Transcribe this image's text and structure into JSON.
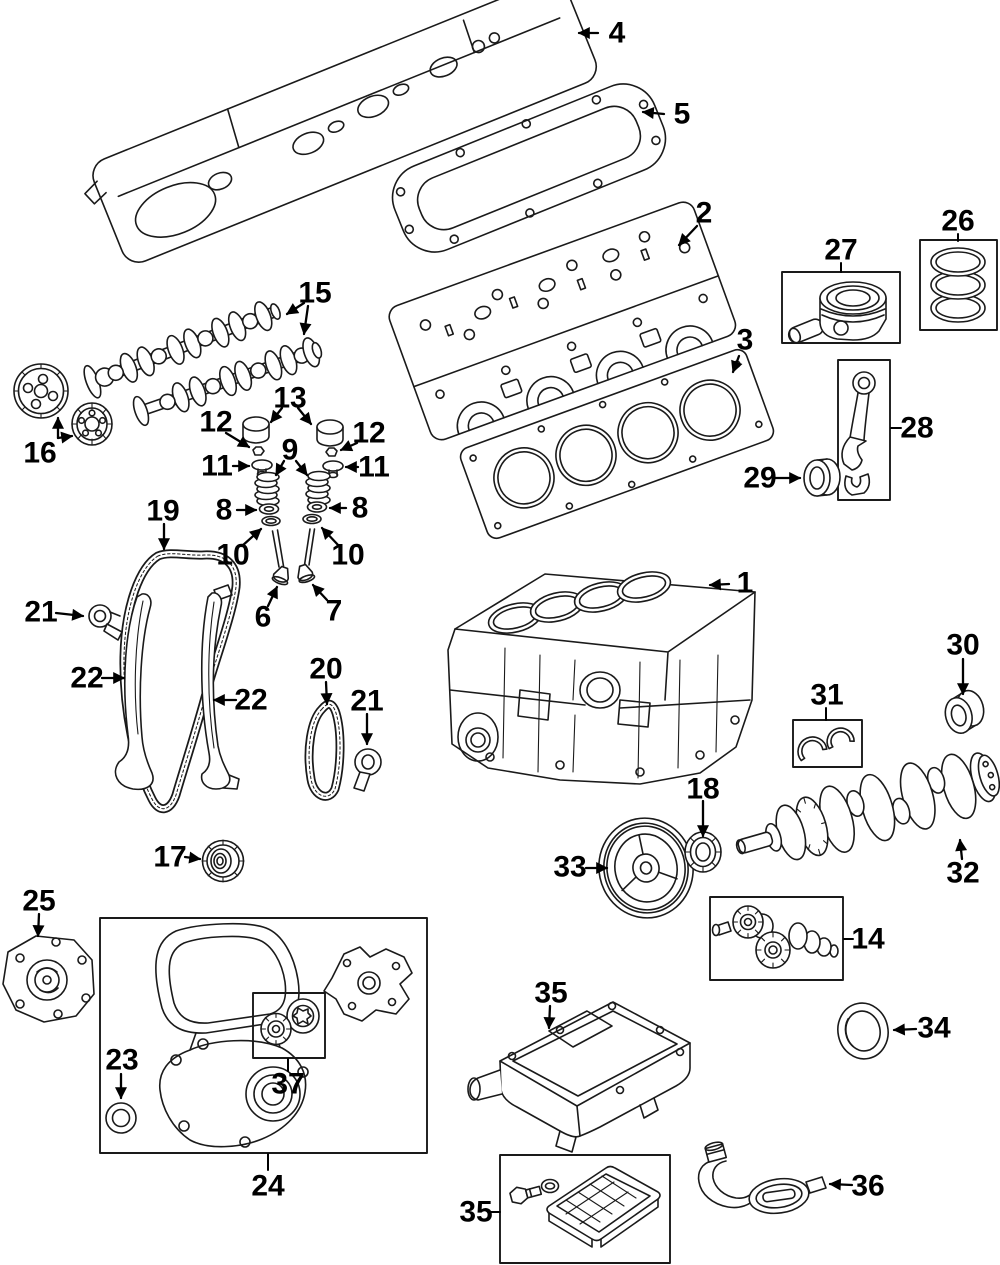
{
  "diagram": {
    "colors": {
      "background": "#ffffff",
      "line": "#1a1a1a",
      "label": "#000000"
    },
    "callouts": {
      "c1": {
        "label": "1"
      },
      "c2": {
        "label": "2"
      },
      "c3": {
        "label": "3"
      },
      "c4": {
        "label": "4"
      },
      "c5": {
        "label": "5"
      },
      "c6": {
        "label": "6"
      },
      "c7": {
        "label": "7"
      },
      "c8_left": {
        "label": "8"
      },
      "c8_right": {
        "label": "8"
      },
      "c9": {
        "label": "9"
      },
      "c10_left": {
        "label": "10"
      },
      "c10_right": {
        "label": "10"
      },
      "c11_left": {
        "label": "11"
      },
      "c11_right": {
        "label": "11"
      },
      "c12_left": {
        "label": "12"
      },
      "c12_right": {
        "label": "12"
      },
      "c13": {
        "label": "13"
      },
      "c14": {
        "label": "14"
      },
      "c15": {
        "label": "15"
      },
      "c16": {
        "label": "16"
      },
      "c17": {
        "label": "17"
      },
      "c18": {
        "label": "18"
      },
      "c19": {
        "label": "19"
      },
      "c20": {
        "label": "20"
      },
      "c21_left": {
        "label": "21"
      },
      "c21_right": {
        "label": "21"
      },
      "c22_left": {
        "label": "22"
      },
      "c22_right": {
        "label": "22"
      },
      "c23": {
        "label": "23"
      },
      "c24": {
        "label": "24"
      },
      "c25": {
        "label": "25"
      },
      "c26": {
        "label": "26"
      },
      "c27": {
        "label": "27"
      },
      "c28": {
        "label": "28"
      },
      "c29": {
        "label": "29"
      },
      "c30": {
        "label": "30"
      },
      "c31": {
        "label": "31"
      },
      "c32": {
        "label": "32"
      },
      "c33": {
        "label": "33"
      },
      "c34": {
        "label": "34"
      },
      "c35_upper": {
        "label": "35"
      },
      "c35_lower": {
        "label": "35"
      },
      "c36": {
        "label": "36"
      },
      "c37": {
        "label": "37"
      }
    }
  }
}
